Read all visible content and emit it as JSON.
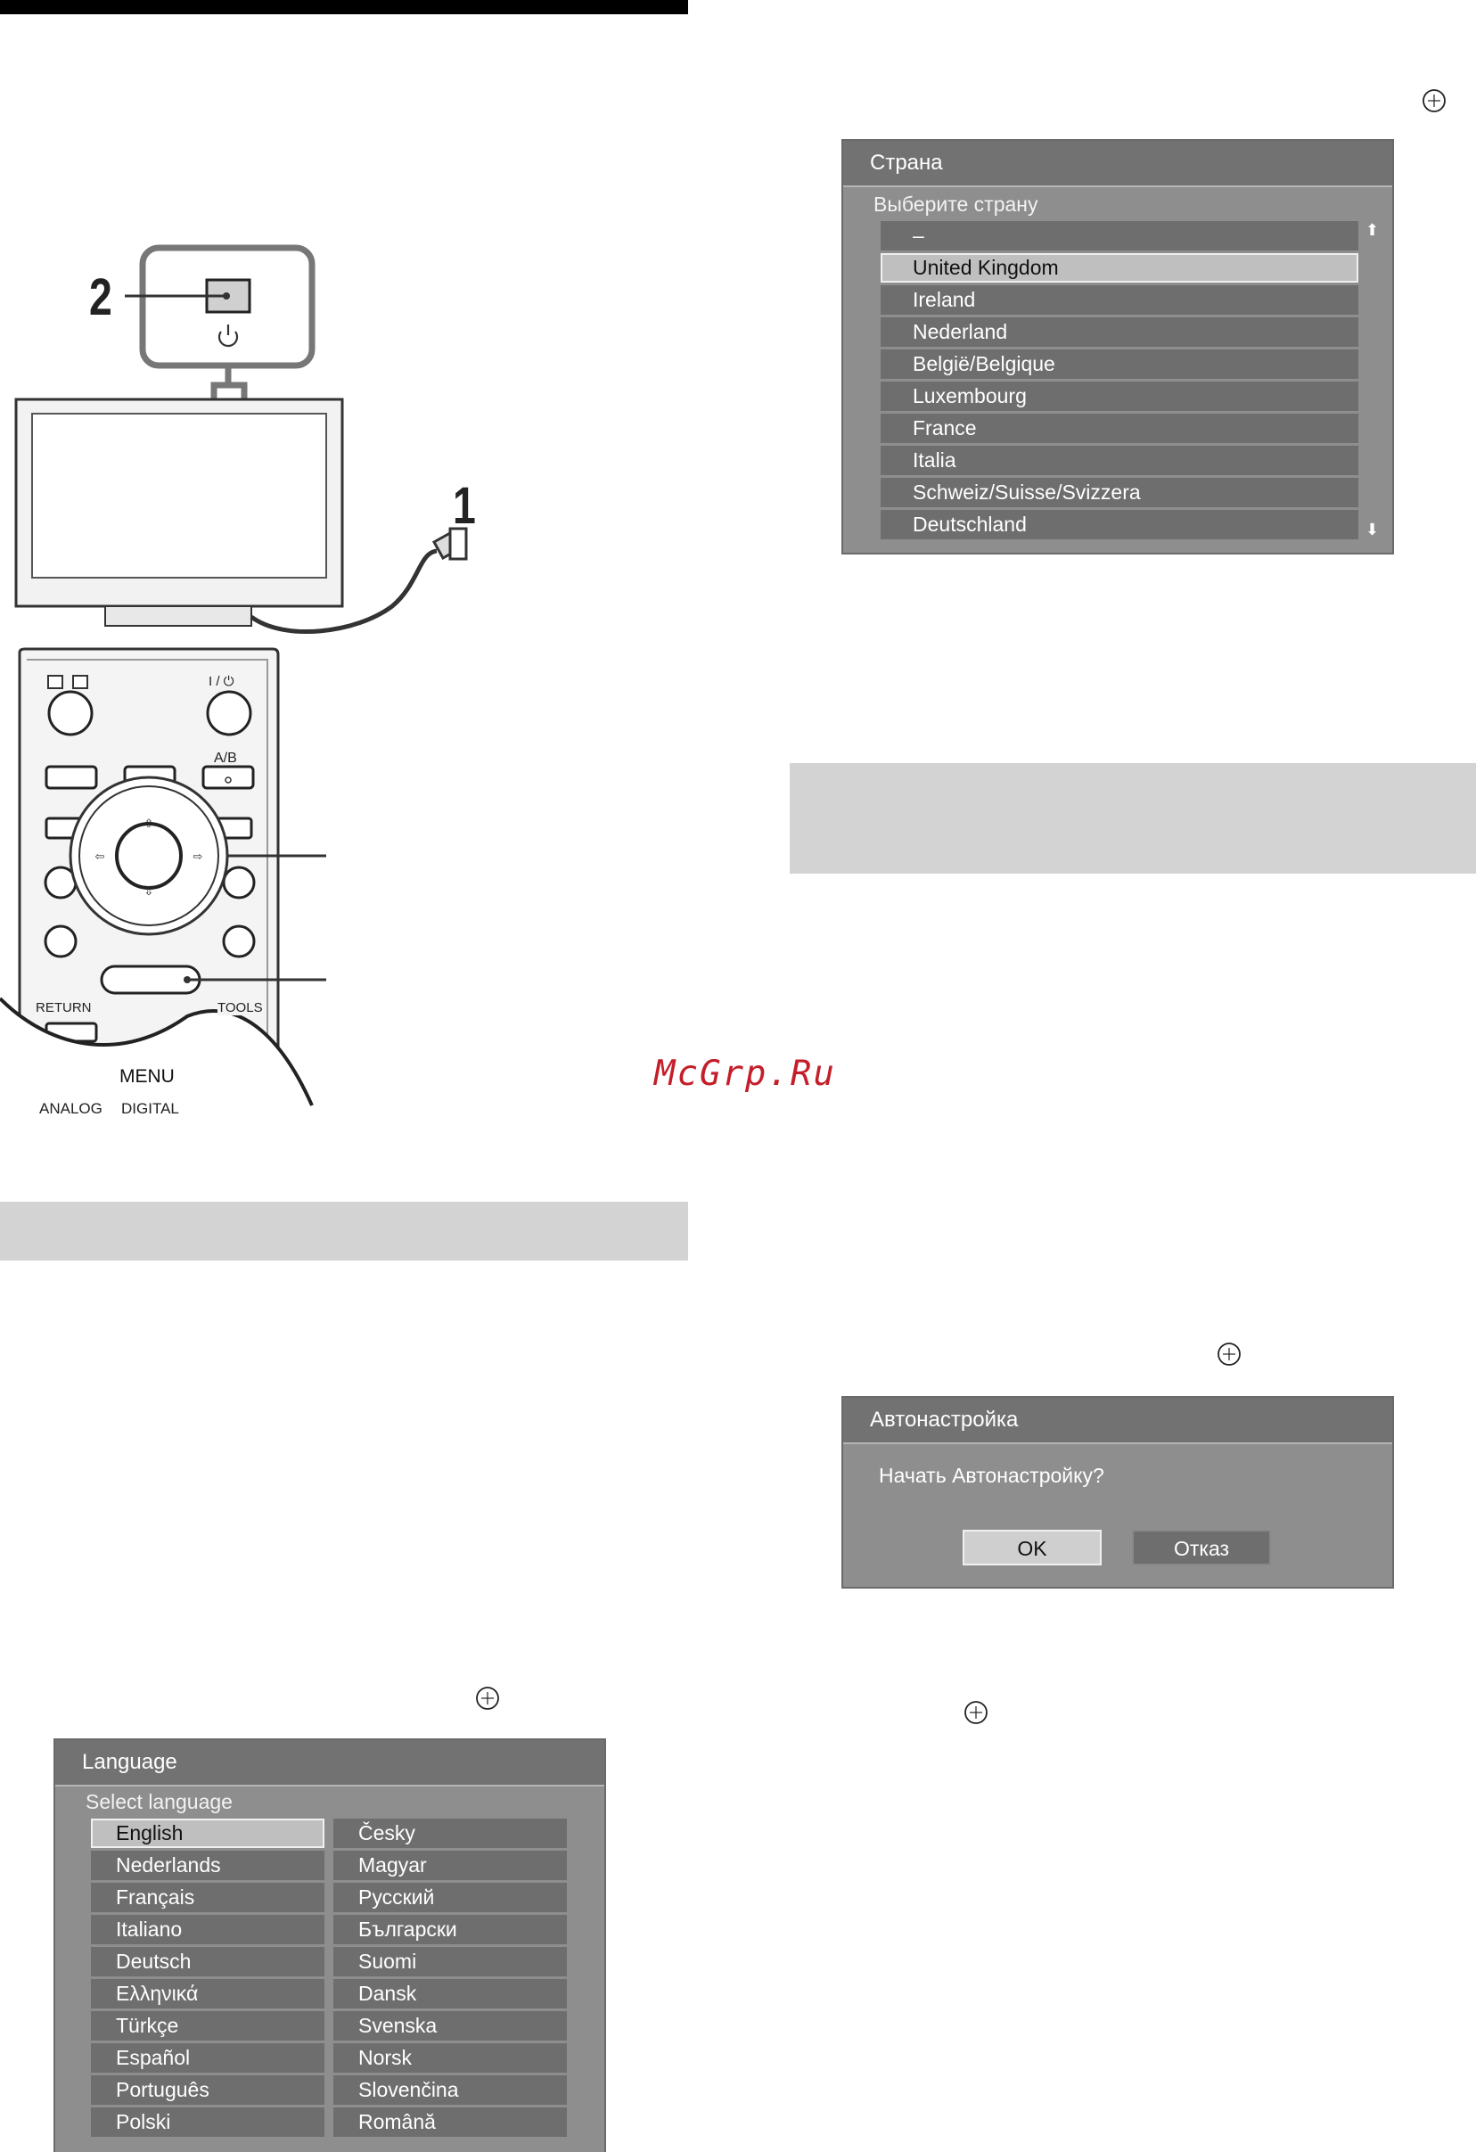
{
  "illustration": {
    "step_1": "1",
    "step_2": "2",
    "remote": {
      "top_right_label": "I / ⏻",
      "ab_label": "A/B",
      "return_label": "RETURN",
      "tools_label": "TOOLS",
      "menu_label": "MENU",
      "analog_label": "ANALOG",
      "digital_label": "DIGITAL"
    }
  },
  "watermark": "McGrp.Ru",
  "country_dialog": {
    "title": "Страна",
    "subtitle": "Выберите страну",
    "items": [
      "–",
      "United Kingdom",
      "Ireland",
      "Nederland",
      "België/Belgique",
      "Luxembourg",
      "France",
      "Italia",
      "Schweiz/Suisse/Svizzera",
      "Deutschland"
    ],
    "selected": "United Kingdom"
  },
  "autotune_dialog": {
    "title": "Автонастройка",
    "question": "Начать Автонастройку?",
    "ok": "OK",
    "cancel": "Отказ"
  },
  "language_dialog": {
    "title": "Language",
    "subtitle": "Select language",
    "left_column": [
      "English",
      "Nederlands",
      "Français",
      "Italiano",
      "Deutsch",
      "Ελληνικά",
      "Türkçe",
      "Español",
      "Português",
      "Polski"
    ],
    "right_column": [
      "Česky",
      "Magyar",
      "Русский",
      "Български",
      "Suomi",
      "Dansk",
      "Svenska",
      "Norsk",
      "Slovenčina",
      "Română"
    ],
    "selected": "English"
  },
  "colors": {
    "osd_body": "#8e8e8e",
    "osd_title": "#727272",
    "item": "#6e6e6e",
    "selected": "#bfbfbf",
    "section_bar": "#d3d3d3",
    "watermark": "#c41e2a"
  }
}
